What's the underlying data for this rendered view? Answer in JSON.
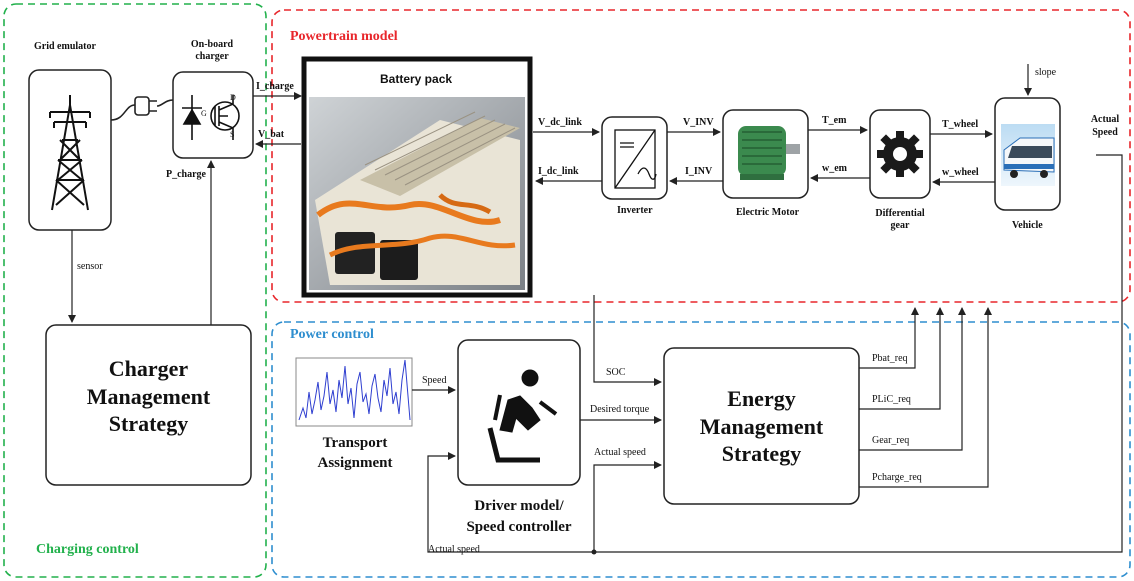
{
  "sections": {
    "charging_control": "Charging control",
    "powertrain_model": "Powertrain model",
    "power_control": "Power control"
  },
  "colors": {
    "charging_border": "#22b14c",
    "powertrain_border": "#e8262b",
    "power_control_border": "#2e8ecf"
  },
  "blocks": {
    "grid_emulator": "Grid emulator",
    "onboard_charger": "On-board\ncharger",
    "battery_pack": "Battery pack",
    "inverter": "Inverter",
    "electric_motor": "Electric Motor",
    "differential_gear": "Differential\ngear",
    "vehicle": "Vehicle",
    "charger_management": "Charger\nManagement\nStrategy",
    "energy_management": "Energy\nManagement\nStrategy",
    "transport_assignment": "Transport\nAssignment",
    "driver_model": "Driver model/\nSpeed controller"
  },
  "signals": {
    "i_charge": "I_charge",
    "v_bat": "V_bat",
    "p_charge": "P_charge",
    "sensor": "sensor",
    "v_dc_link": "V_dc_link",
    "i_dc_link": "I_dc_link",
    "v_inv": "V_INV",
    "i_inv": "I_INV",
    "t_em": "T_em",
    "w_em": "w_em",
    "t_wheel": "T_wheel",
    "w_wheel": "w_wheel",
    "slope": "slope",
    "actual_speed_top": "Actual\nSpeed",
    "speed": "Speed",
    "soc": "SOC",
    "desired_torque": "Desired torque",
    "actual_speed_mid": "Actual speed",
    "actual_speed_bottom": "Actual speed",
    "pbat_req": "Pbat_req",
    "plic_req": "PLiC_req",
    "gear_req": "Gear_req",
    "pcharge_req": "Pcharge_req"
  },
  "icons": [
    "transmission-tower-icon",
    "plug-icon",
    "mosfet-diode-icon",
    "battery-photo",
    "inverter-icon",
    "motor-photo",
    "gear-icon",
    "bus-photo",
    "driver-seat-icon",
    "speed-profile-plot"
  ]
}
